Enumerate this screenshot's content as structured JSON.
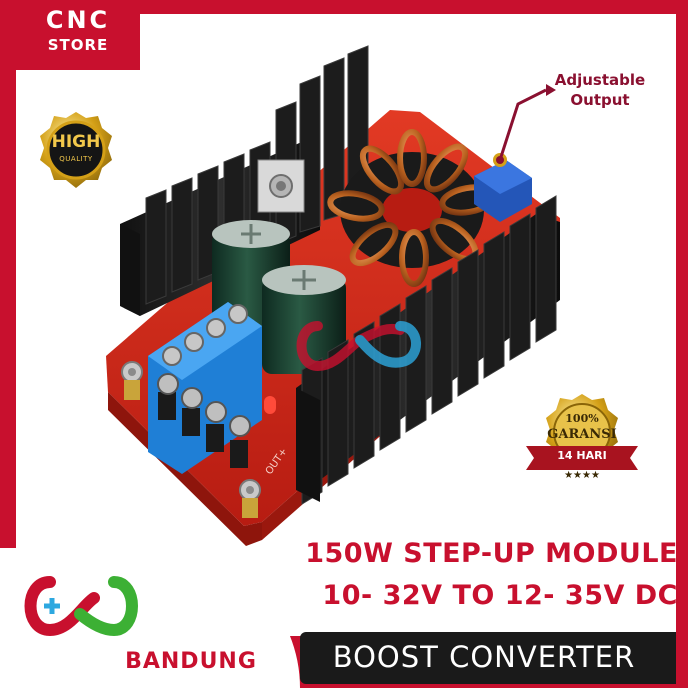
{
  "store_logo": {
    "line1": "CNC",
    "line2": "STORE"
  },
  "quality_badge": {
    "top": "HIGH",
    "bottom": "QUALITY"
  },
  "callout": {
    "label_line1": "Adjustable",
    "label_line2": "Output"
  },
  "guarantee_badge": {
    "top": "100%",
    "middle": "GARANSI",
    "ribbon": "14 HARI",
    "stars": "★★★★"
  },
  "board_labels": {
    "out": "OUT+"
  },
  "product_title": {
    "line1": "150W STEP-UP MODULE",
    "line2": "10- 32V TO 12- 35V DC"
  },
  "footer": {
    "location": "BANDUNG",
    "product_type": "BOOST CONVERTER"
  },
  "colors": {
    "brand_red": "#c8102e",
    "dark_bar": "#1a1a1a",
    "gold": "#d4a017",
    "pcb_red": "#d42a1c"
  }
}
